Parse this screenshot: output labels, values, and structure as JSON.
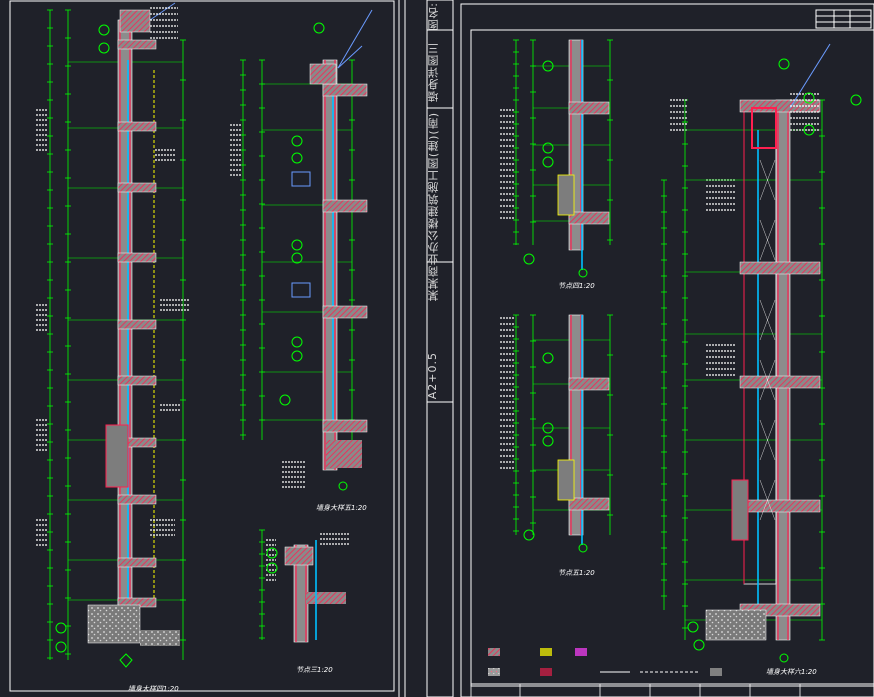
{
  "title_block": {
    "drawing_name_label": "图名:",
    "drawing_title": "墙身详图三",
    "project_name": "某某商业办公楼建筑施工图(建)(南)",
    "sheet_size": "A2+0.5"
  },
  "detail_labels": {
    "wall_detail_4": "墙身大样四1:20",
    "wall_detail_5": "墙身大样五1:20",
    "node_3": "节点三1:20",
    "node_4": "节点四1:20",
    "node_5": "节点五1:20",
    "wall_detail_6": "墙身大样六1:20"
  },
  "colors": {
    "background": "#1f2129",
    "frame": "#ffffff",
    "dim_line": "#00ff00",
    "wall_fill": "#b0b0b0",
    "brick_hatch": "#ff2050",
    "insulation": "#ffff00",
    "glass": "#00c0ff",
    "leader": "#6a9bff",
    "annotation": "#ffffff",
    "magenta": "#ff40ff"
  }
}
